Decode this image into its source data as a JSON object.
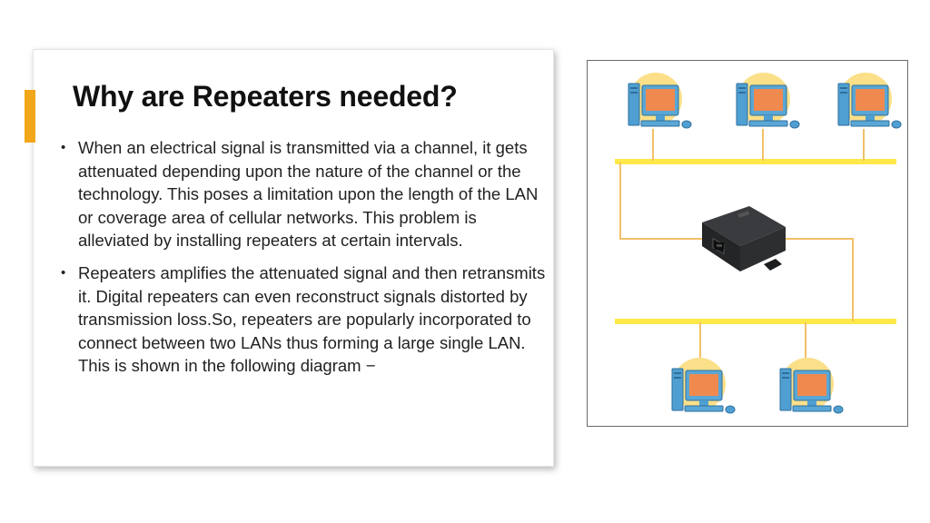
{
  "slide": {
    "title": "Why are Repeaters needed?",
    "bullets": [
      "When an electrical signal is transmitted via a channel, it gets attenuated depending upon the nature of the channel or the technology. This poses a limitation upon the length of the LAN or coverage area of cellular networks. This problem is alleviated by installing repeaters at certain intervals.",
      "Repeaters amplifies the attenuated signal and then retransmits it. Digital repeaters can even reconstruct signals distorted by transmission loss.So, repeaters are popularly incorporated to connect between two LANs thus forming a large single LAN. This is shown in the following diagram −"
    ]
  },
  "diagram": {
    "top_lan_computers": 3,
    "bottom_lan_computers": 2,
    "devices": [
      "computer-icon",
      "repeater-device-icon"
    ],
    "colors": {
      "cable": "#ffe94a",
      "wire": "#f2c068",
      "computer_halo": "#fbe089",
      "computer_body": "#5aa7d6",
      "screen": "#f0894e",
      "repeater": "#2a2b2d"
    }
  },
  "theme": {
    "accent": "#f2a619",
    "text": "#222222"
  }
}
